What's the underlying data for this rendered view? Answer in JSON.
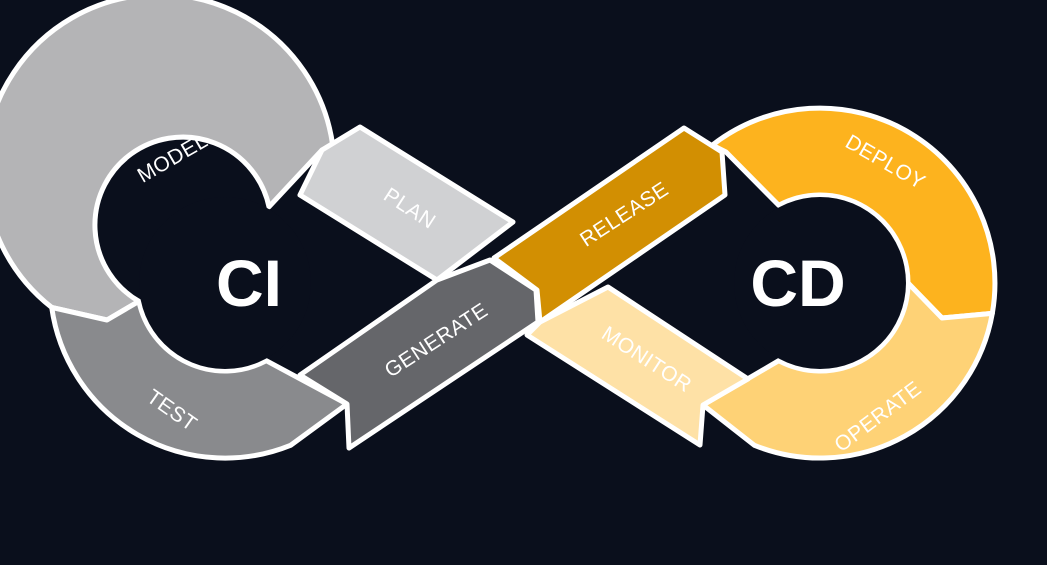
{
  "diagram": {
    "title": "CI/CD infinity loop",
    "loops": [
      {
        "id": "ci",
        "label": "CI"
      },
      {
        "id": "cd",
        "label": "CD"
      }
    ],
    "stages": [
      {
        "id": "model",
        "label": "MODEL",
        "loop": "ci",
        "color": "#b4b4b6"
      },
      {
        "id": "plan",
        "label": "PLAN",
        "loop": "ci",
        "color": "#d0d1d3"
      },
      {
        "id": "test",
        "label": "TEST",
        "loop": "ci",
        "color": "#898a8d"
      },
      {
        "id": "generate",
        "label": "GENERATE",
        "loop": "ci",
        "color": "#65666a"
      },
      {
        "id": "release",
        "label": "RELEASE",
        "loop": "cd",
        "color": "#d28f02"
      },
      {
        "id": "deploy",
        "label": "DEPLOY",
        "loop": "cd",
        "color": "#fdb31e"
      },
      {
        "id": "operate",
        "label": "OPERATE",
        "loop": "cd",
        "color": "#fed276"
      },
      {
        "id": "monitor",
        "label": "MONITOR",
        "loop": "cd",
        "color": "#fee1a6"
      }
    ],
    "colors": {
      "background": "#0a0f1c",
      "outline": "#ffffff",
      "text": "#ffffff"
    }
  }
}
